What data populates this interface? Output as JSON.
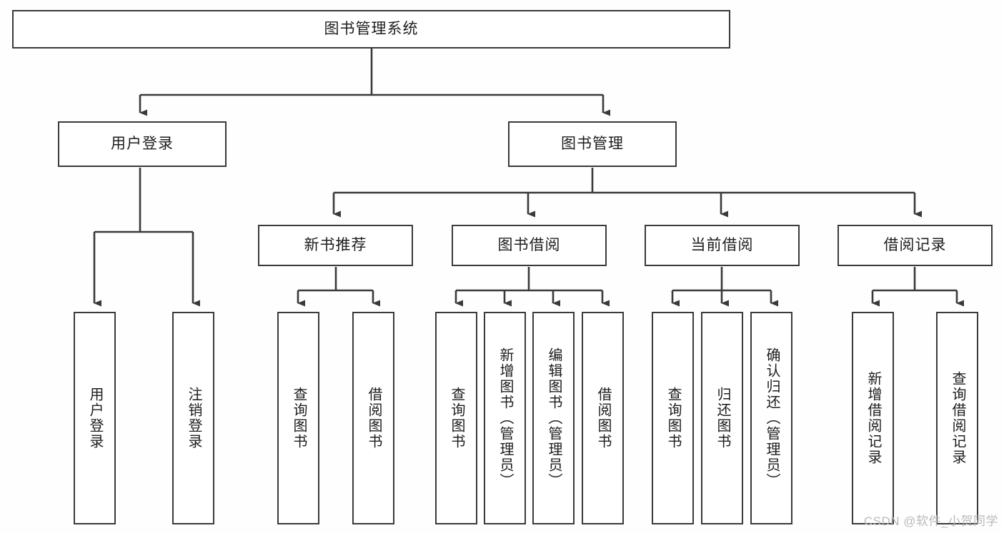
{
  "diagram": {
    "type": "tree",
    "title": "图书管理系统",
    "stroke_color": "#3a3a3a",
    "text_color": "#1d1d1d",
    "background": "#fefefe",
    "levels": 4,
    "root": {
      "label": "图书管理系统",
      "orientation": "horizontal"
    },
    "level2": [
      {
        "label": "用户登录",
        "orientation": "horizontal"
      },
      {
        "label": "图书管理",
        "orientation": "horizontal"
      }
    ],
    "level3": [
      {
        "label": "新书推荐",
        "orientation": "horizontal",
        "parent": "图书管理"
      },
      {
        "label": "图书借阅",
        "orientation": "horizontal",
        "parent": "图书管理"
      },
      {
        "label": "当前借阅",
        "orientation": "horizontal",
        "parent": "图书管理"
      },
      {
        "label": "借阅记录",
        "orientation": "horizontal",
        "parent": "图书管理"
      }
    ],
    "leaves": [
      {
        "label": "用户登录",
        "orientation": "vertical",
        "parent": "用户登录"
      },
      {
        "label": "注销登录",
        "orientation": "vertical",
        "parent": "用户登录"
      },
      {
        "label": "查询图书",
        "orientation": "vertical",
        "parent": "新书推荐"
      },
      {
        "label": "借阅图书",
        "orientation": "vertical",
        "parent": "新书推荐"
      },
      {
        "label": "查询图书",
        "orientation": "vertical",
        "parent": "图书借阅"
      },
      {
        "label": "新增图书（管理员）",
        "orientation": "vertical",
        "parent": "图书借阅"
      },
      {
        "label": "编辑图书（管理员）",
        "orientation": "vertical",
        "parent": "图书借阅"
      },
      {
        "label": "借阅图书",
        "orientation": "vertical",
        "parent": "图书借阅"
      },
      {
        "label": "查询图书",
        "orientation": "vertical",
        "parent": "当前借阅"
      },
      {
        "label": "归还图书",
        "orientation": "vertical",
        "parent": "当前借阅"
      },
      {
        "label": "确认归还（管理员）",
        "orientation": "vertical",
        "parent": "当前借阅"
      },
      {
        "label": "新增借阅记录",
        "orientation": "vertical",
        "parent": "借阅记录"
      },
      {
        "label": "查询借阅记录",
        "orientation": "vertical",
        "parent": "借阅记录"
      }
    ]
  },
  "watermark": {
    "text": "CSDN @软件_小贺同学"
  }
}
